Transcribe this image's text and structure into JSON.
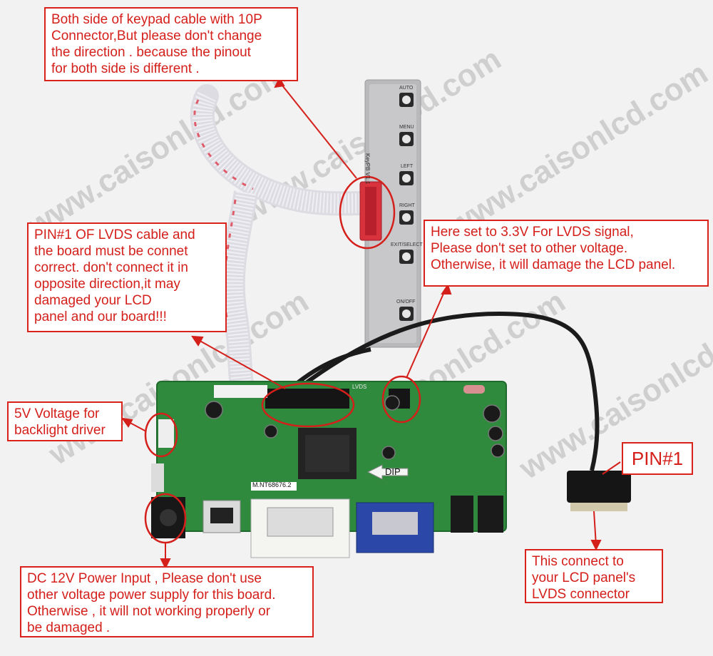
{
  "callouts": {
    "keypad_cable": [
      "Both side of keypad cable with 10P",
      "Connector,But please don't change",
      "the direction . because the pinout",
      "for both side is different ."
    ],
    "lvds_pin1": [
      "PIN#1 OF LVDS cable and",
      "the board must be connet",
      "correct. don't connect it in",
      "opposite direction,it may",
      "damaged your LCD",
      "panel and our board!!!"
    ],
    "voltage_3v3": [
      "Here set to 3.3V For LVDS signal,",
      "Please don't set to other voltage.",
      "Otherwise, it will damage the LCD panel."
    ],
    "backlight_5v": [
      "5V Voltage for",
      "backlight driver"
    ],
    "pin1_tag": "PIN#1",
    "dc_power": [
      "DC 12V Power Input , Please don't use",
      "other voltage power supply for this board.",
      "Otherwise , it will not working properly or",
      "be damaged ."
    ],
    "lcd_connect": [
      "This connect to",
      "your LCD panel's",
      "LVDS connector"
    ]
  },
  "board_labels": {
    "dip": "DIP",
    "model": "M.NT68676.2",
    "lvds": "LVDS"
  },
  "keypad": {
    "board_name": "KeyPB V1.1",
    "buttons": [
      "AUTO",
      "MENU",
      "LEFT",
      "RIGHT",
      "EXIT/SELECT",
      "ON/OFF"
    ]
  },
  "watermark": "www.caisonlcd.com",
  "colors": {
    "callout_red": "#d41f1a",
    "pcb_green": "#2f8a3d",
    "cable_white": "#e8e8ec"
  }
}
